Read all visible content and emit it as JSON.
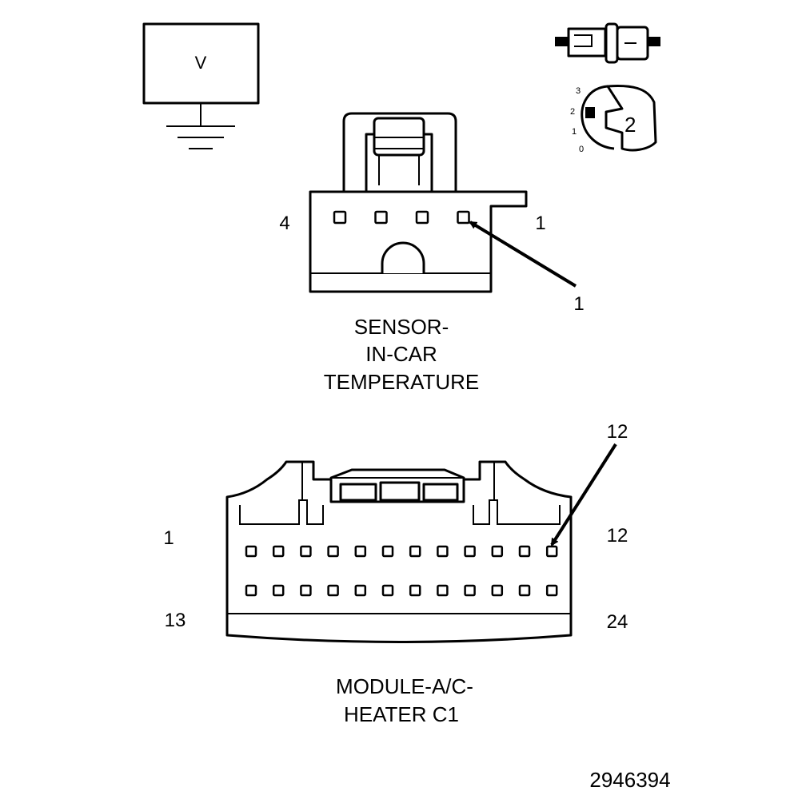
{
  "voltmeter": {
    "symbol": "V"
  },
  "legend_icon": {
    "scale_labels": [
      "3",
      "2",
      "1",
      "0"
    ],
    "number": "2"
  },
  "sensor_connector": {
    "pin_left_label": "4",
    "pin_right_label": "1",
    "callout_label": "1",
    "pin_count": 4,
    "title_lines": [
      "SENSOR-",
      "IN-CAR",
      "TEMPERATURE"
    ]
  },
  "module_connector": {
    "row1_left_label": "1",
    "row1_right_label": "12",
    "row2_left_label": "13",
    "row2_right_label": "24",
    "callout_label": "12",
    "pins_per_row": 12,
    "title_lines": [
      "MODULE-A/C-",
      "HEATER C1"
    ]
  },
  "figure_id": "2946394"
}
